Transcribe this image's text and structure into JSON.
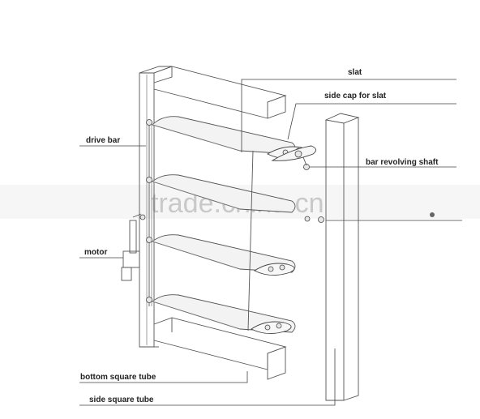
{
  "labels": {
    "slat": "slat",
    "side_cap": "side cap for slat",
    "drive_bar": "drive bar",
    "bar_revolving_shaft": "bar revolving shaft",
    "motor": "motor",
    "bottom_square_tube": "bottom square tube",
    "side_square_tube": "side square tube"
  },
  "watermark": "trade.china.cn"
}
